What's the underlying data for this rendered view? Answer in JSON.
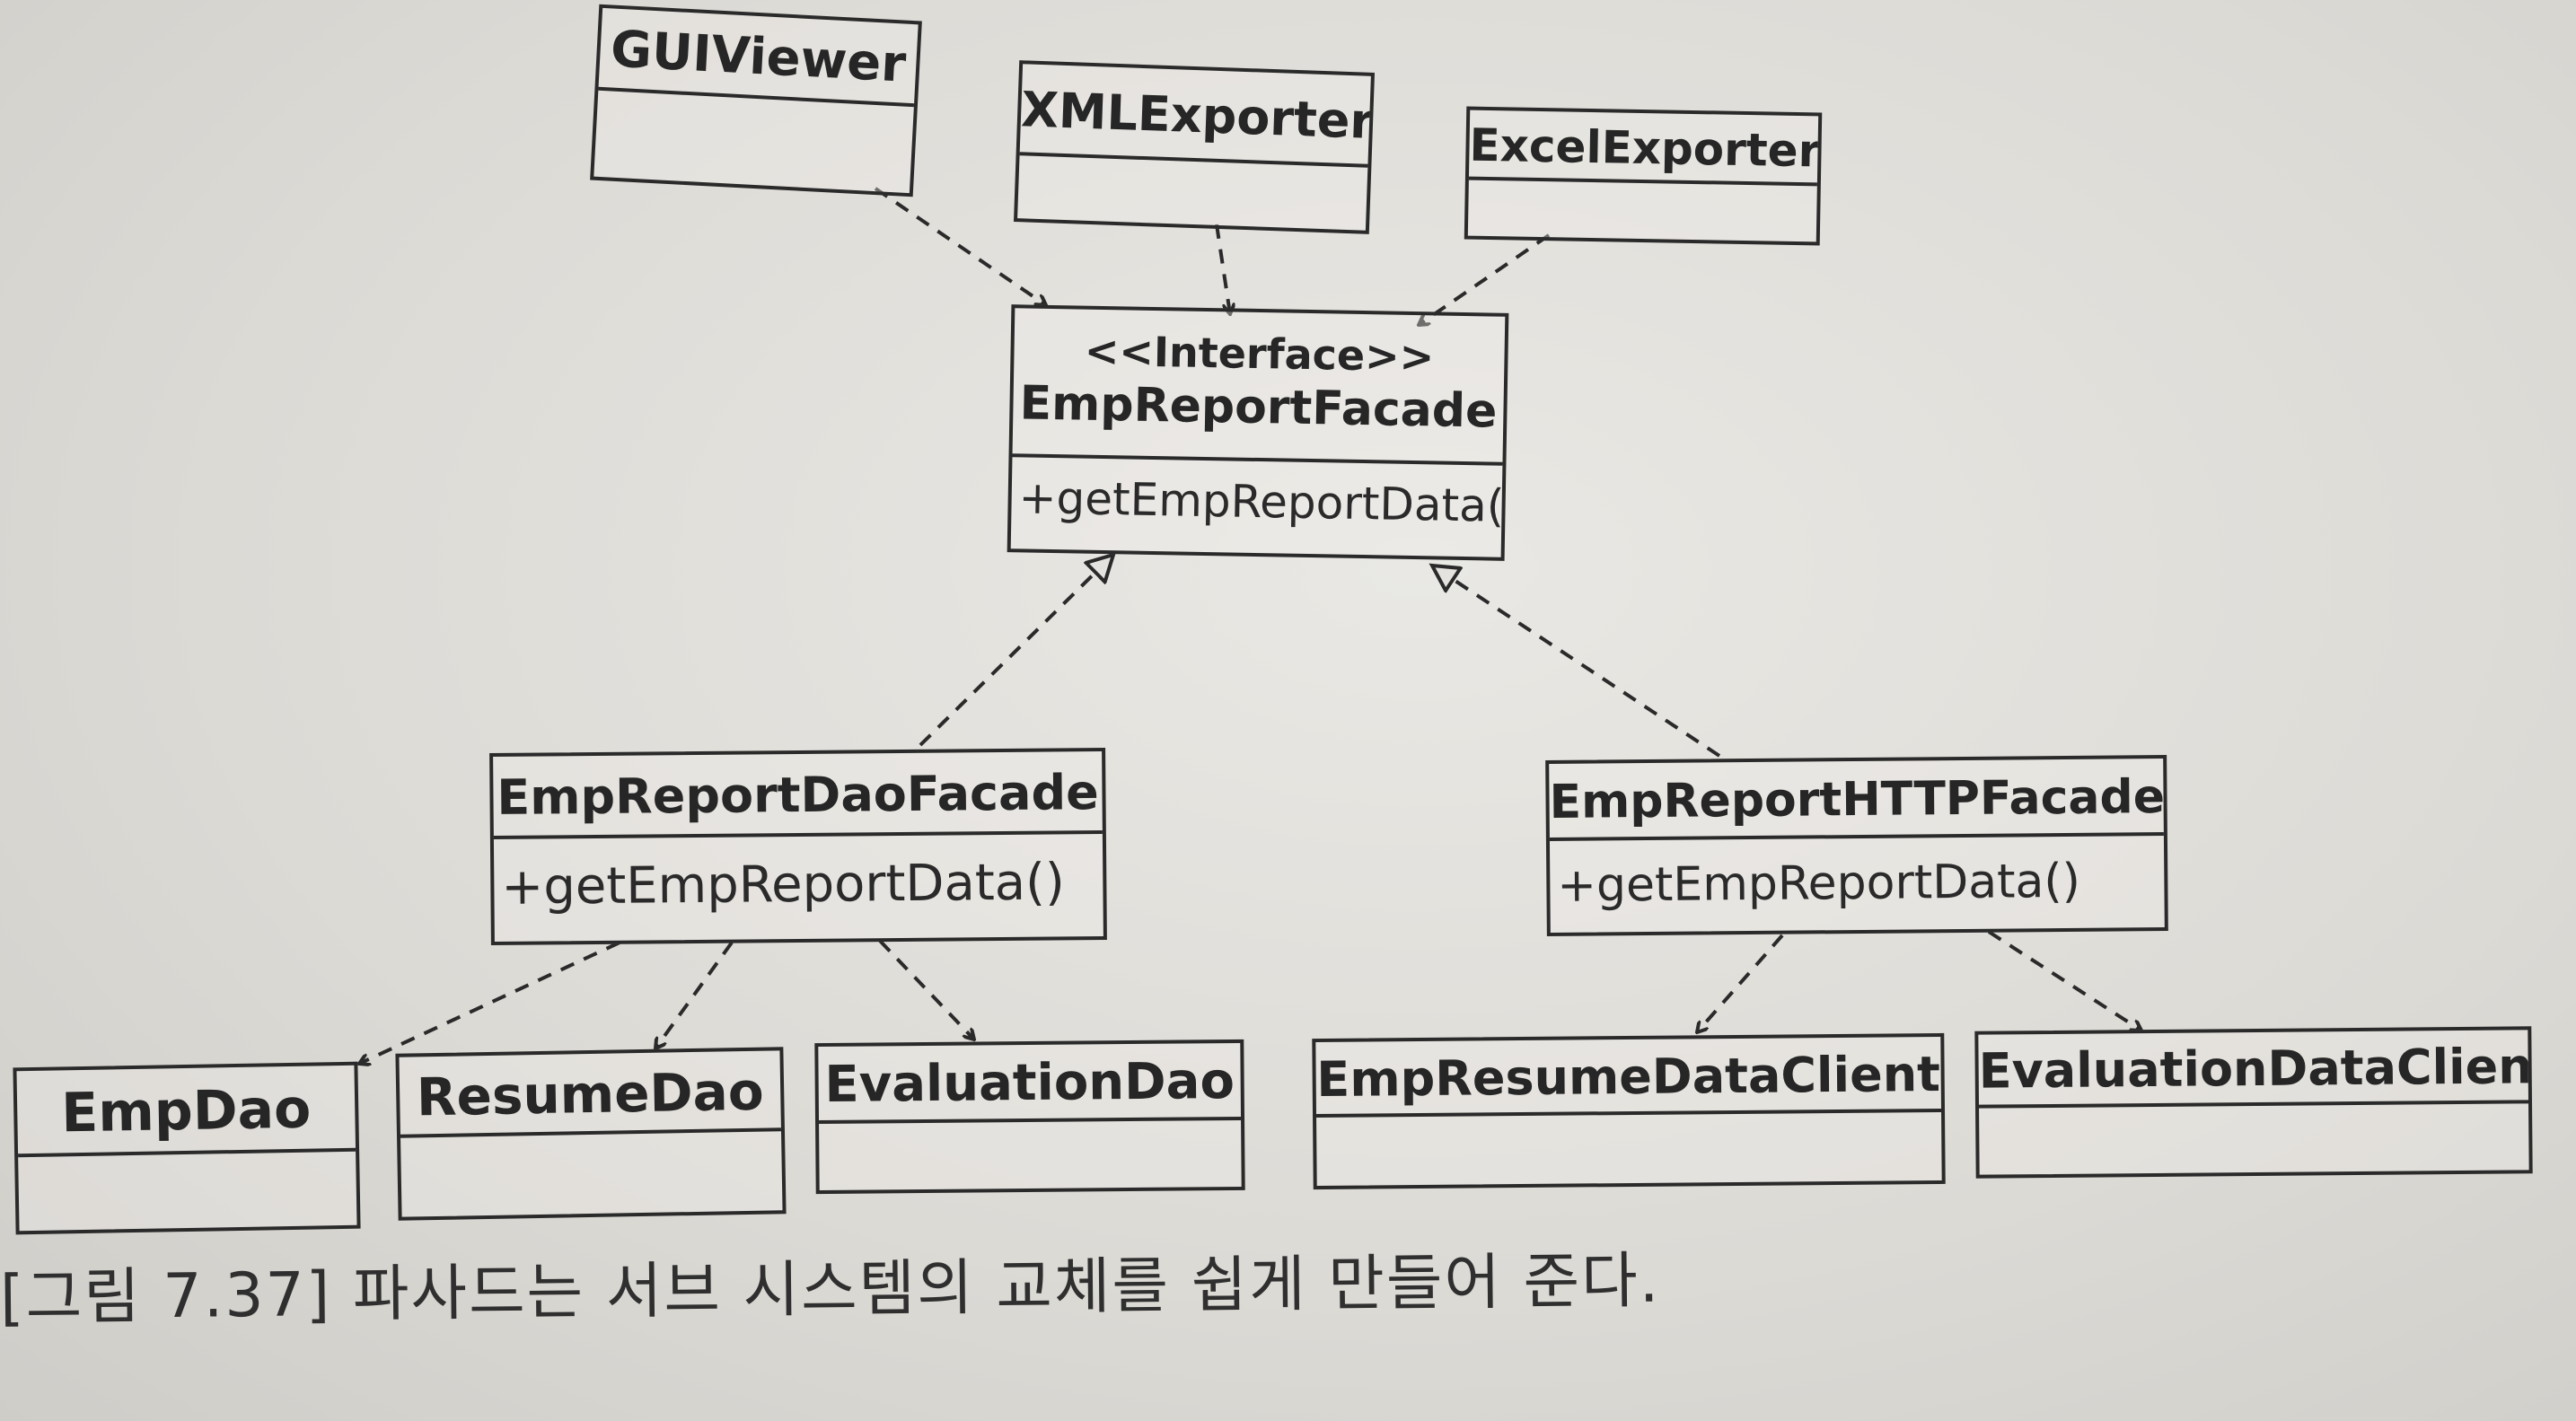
{
  "diagram": {
    "classes": {
      "gui_viewer": {
        "name": "GUIViewer"
      },
      "xml_exporter": {
        "name": "XMLExporter"
      },
      "excel_exporter": {
        "name": "ExcelExporter"
      },
      "emp_report_facade": {
        "stereotype": "<<Interface>>",
        "name": "EmpReportFacade",
        "operation": "+getEmpReportData()"
      },
      "emp_report_dao_facade": {
        "name": "EmpReportDaoFacade",
        "operation": "+getEmpReportData()"
      },
      "emp_report_http_facade": {
        "name": "EmpReportHTTPFacade",
        "operation": "+getEmpReportData()"
      },
      "emp_dao": {
        "name": "EmpDao"
      },
      "resume_dao": {
        "name": "ResumeDao"
      },
      "evaluation_dao": {
        "name": "EvaluationDao"
      },
      "emp_resume_data_client": {
        "name": "EmpResumeDataClient"
      },
      "evaluation_data_client": {
        "name": "EvaluationDataClient"
      }
    },
    "relations": [
      {
        "from": "GUIViewer",
        "to": "EmpReportFacade",
        "kind": "dependency"
      },
      {
        "from": "XMLExporter",
        "to": "EmpReportFacade",
        "kind": "dependency"
      },
      {
        "from": "ExcelExporter",
        "to": "EmpReportFacade",
        "kind": "dependency"
      },
      {
        "from": "EmpReportDaoFacade",
        "to": "EmpReportFacade",
        "kind": "realization"
      },
      {
        "from": "EmpReportHTTPFacade",
        "to": "EmpReportFacade",
        "kind": "realization"
      },
      {
        "from": "EmpReportDaoFacade",
        "to": "EmpDao",
        "kind": "dependency"
      },
      {
        "from": "EmpReportDaoFacade",
        "to": "ResumeDao",
        "kind": "dependency"
      },
      {
        "from": "EmpReportDaoFacade",
        "to": "EvaluationDao",
        "kind": "dependency"
      },
      {
        "from": "EmpReportHTTPFacade",
        "to": "EmpResumeDataClient",
        "kind": "dependency"
      },
      {
        "from": "EmpReportHTTPFacade",
        "to": "EvaluationDataClient",
        "kind": "dependency"
      }
    ]
  },
  "caption": "[그림 7.37] 파사드는 서브 시스템의 교체를 쉽게 만들어 준다.",
  "colors": {
    "ink": "#2a2a2a",
    "paper": "#e4e3df"
  }
}
